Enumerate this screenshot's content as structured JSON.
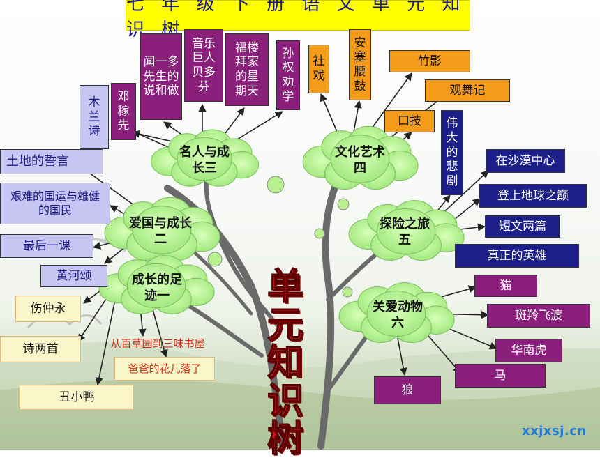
{
  "title": "七 年 级 下 册 语 文  单 元 知 识 树",
  "center_label": "单元知识树",
  "watermark": "xxjxsj.cn",
  "units": {
    "u1": "成长的足迹一",
    "u2": "爱国与成长二",
    "u3": "名人与成长三",
    "u4": "文化艺术四",
    "u5": "探险之旅五",
    "u6": "关爱动物六"
  },
  "unit_display": {
    "u1": [
      "成长的足",
      "迹一"
    ],
    "u2": [
      "爱国与成长",
      "二"
    ],
    "u3": [
      "名人与成",
      "长三"
    ],
    "u4": [
      "文化艺术",
      "四"
    ],
    "u5": [
      "探险之旅",
      "五"
    ],
    "u6": [
      "关爱动物",
      "六"
    ]
  },
  "lessons": {
    "wenyiduo": "闻一多先生的说和做",
    "yinyue": "音乐巨人贝多芬",
    "fulou": "福楼拜家的星期天",
    "sunquan": "孙权劝学",
    "denggan": "邓稼先",
    "mulan": "木兰诗",
    "tudi": "土地的誓言",
    "jiannan": "艰难的国运与雄健的国民",
    "zuihou": "最后一课",
    "huanghe": "黄河颂",
    "shangzhong": "伤仲永",
    "shiliang": "诗两首",
    "choux": "丑小鸭",
    "baicao": "从百草园到三味书屋",
    "baba": "爸爸的花儿落了",
    "shexi": "社戏",
    "ansai": "安塞腰鼓",
    "zhuying": "竹影",
    "guanwu": "观舞记",
    "kouji": "口技",
    "weida": "伟大的悲剧",
    "shamo": "在沙漠中心",
    "dengshang": "登上地球之巅",
    "duanwen": "短文两篇",
    "zhenzheng": "真正的英雄",
    "mao": "猫",
    "banling": "斑羚飞渡",
    "huanan": "华南虎",
    "ma": "马",
    "lang": "狼"
  }
}
